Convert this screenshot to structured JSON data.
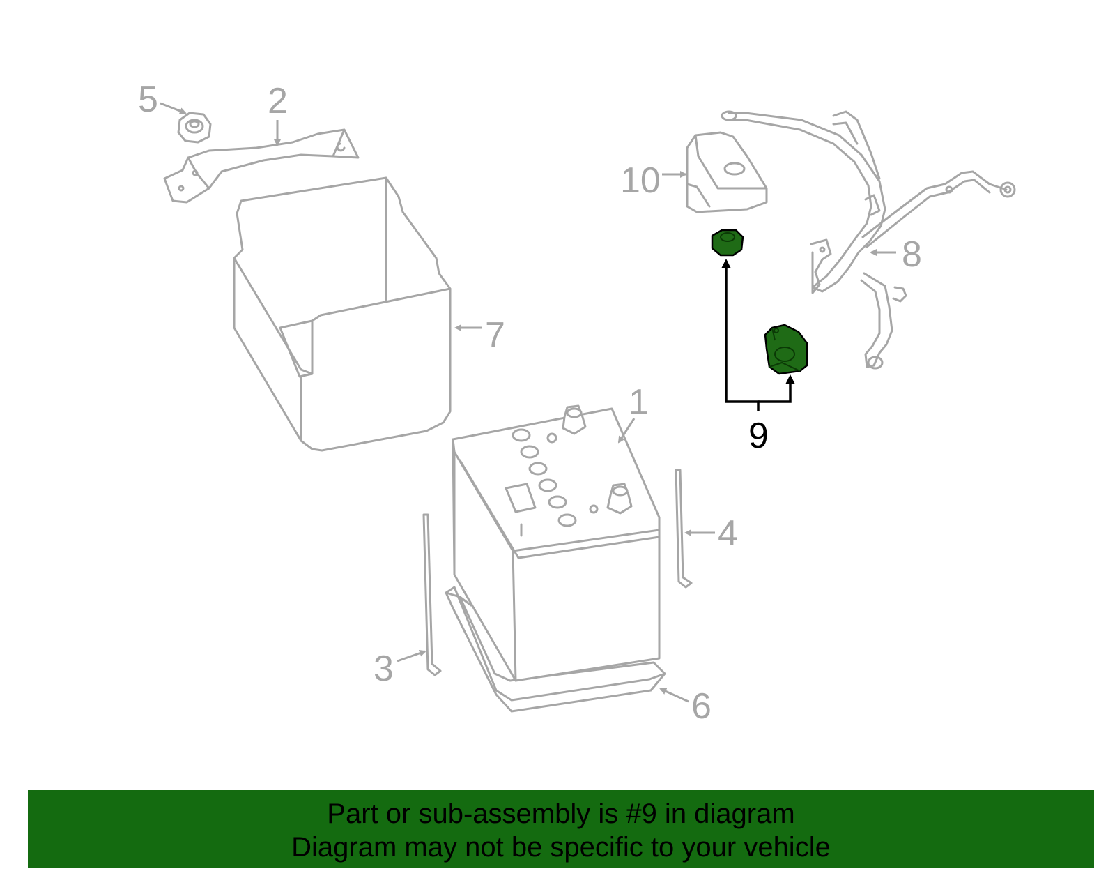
{
  "callouts": {
    "c1": "1",
    "c2": "2",
    "c3": "3",
    "c4": "4",
    "c5": "5",
    "c6": "6",
    "c7": "7",
    "c8": "8",
    "c9": "9",
    "c10": "10"
  },
  "highlighted_part": "9",
  "banner": {
    "line1": "Part or sub-assembly is #9 in diagram",
    "line2": "Diagram may not be specific to your vehicle"
  },
  "colors": {
    "banner": "#146b10",
    "highlight": "#1f6b16",
    "part_stroke": "#a6a6a6",
    "callout_highlight": "#000000"
  }
}
